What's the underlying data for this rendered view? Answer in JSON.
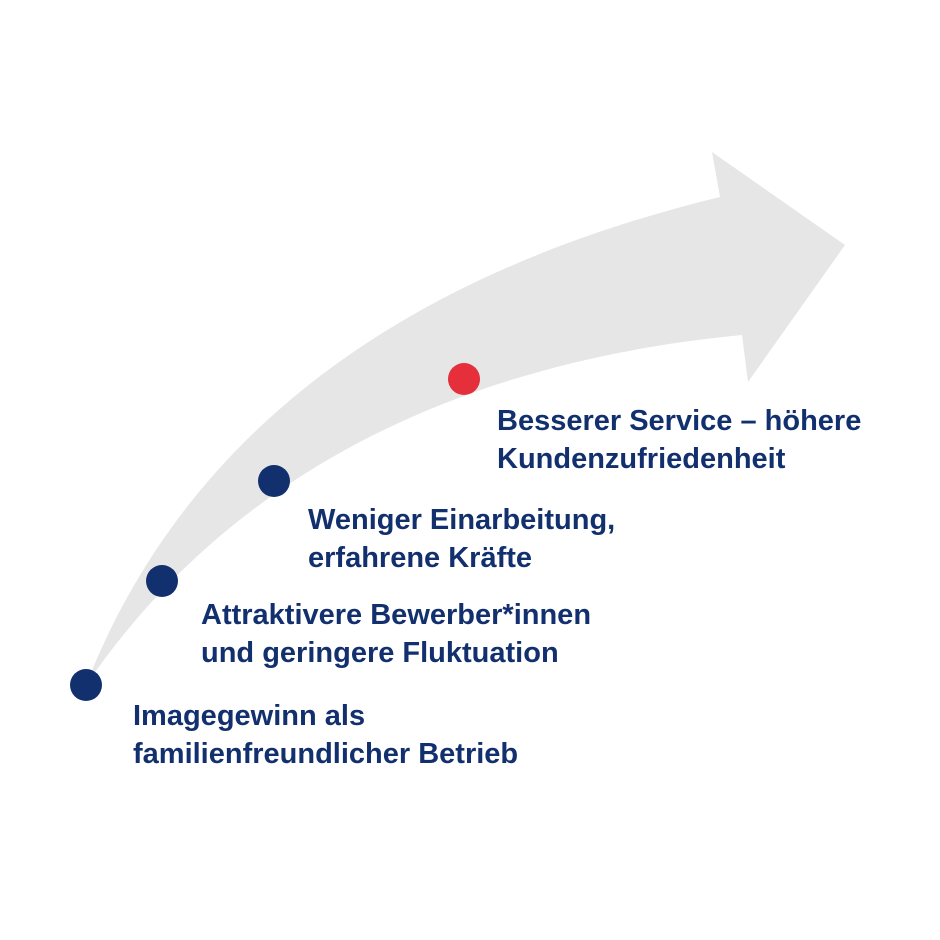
{
  "colors": {
    "arrow": "#e6e6e6",
    "milestone": "#13306e",
    "highlight": "#e52f3a",
    "text": "#13306e"
  },
  "milestones": [
    {
      "line1": "Imagegewinn als",
      "line2": "familienfreundlicher Betrieb",
      "highlight": false
    },
    {
      "line1": "Attraktivere Bewerber*innen",
      "line2": "und geringere Fluktuation",
      "highlight": false
    },
    {
      "line1": "Weniger Einarbeitung,",
      "line2": "erfahrene Kräfte",
      "highlight": false
    },
    {
      "line1": "Besserer Service – höhere",
      "line2": "Kundenzufriedenheit",
      "highlight": true
    }
  ]
}
